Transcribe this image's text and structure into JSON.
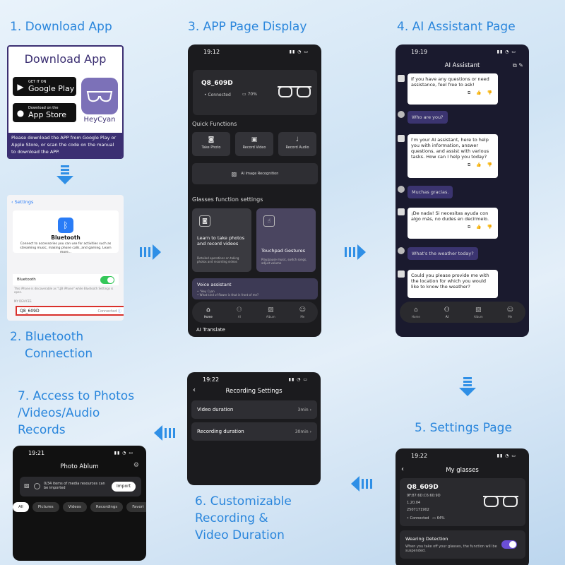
{
  "labels": {
    "step1": "1. Download App",
    "step2_line1": "2. Bluetooth",
    "step2_line2": "Connection",
    "step3": "3. APP Page Display",
    "step4": "4. AI Assistant Page",
    "step5": "5. Settings Page",
    "step6_line1": "6. Customizable",
    "step6_line2": "Recording &",
    "step6_line3": "Video Duration",
    "step7_line1": "7. Access to Photos",
    "step7_line2": "/Videos/Audio",
    "step7_line3": "Records"
  },
  "colors": {
    "accent": "#2a86dc",
    "download_border": "#3b2f72",
    "heycyan": "#7c71b8",
    "highlight": "#d9302b"
  },
  "download": {
    "title": "Download App",
    "google_small": "GET IT ON",
    "google_big": "Google Play",
    "apple_small": "Download on the",
    "apple_big": "App Store",
    "app_name": "HeyCyan",
    "desc": "Please download the APP from Google Play or Apple Store, or scan the code on the manual to download the APP."
  },
  "bluetooth": {
    "back": "Settings",
    "title": "Bluetooth",
    "desc": "Connect to accessories you can use for activities such as streaming music, making phone calls, and gaming. Learn more...",
    "row_label": "Bluetooth",
    "note": "This iPhone is discoverable as \"LJB iPhone\" while Bluetooth Settings is open.",
    "devices_header": "MY DEVICES",
    "device_name": "Q8_609D",
    "device_status": "Connected"
  },
  "app": {
    "time": "19:12",
    "device_name": "Q8_609D",
    "connected": "• Connected",
    "battery": "70%",
    "quick_title": "Quick Functions",
    "quick": [
      "Take Photo",
      "Record Video",
      "Record Audio"
    ],
    "ai_image": "AI Image Recognition",
    "glasses_title": "Glasses function settings",
    "card1_title": "Learn to take photos and record videos",
    "card1_desc": "Detailed operations on taking photos and recording videos",
    "card2_title": "Touchpad Gestures",
    "card2_desc": "Play/pause music, switch songs, adjust volume",
    "voice_title": "Voice assistant",
    "voice_desc1": "• \"Hey Cyan",
    "voice_desc2": "• What kind of flower is that in front of me?",
    "nav": [
      "Home",
      "AI",
      "Album",
      "Me"
    ],
    "translate": "AI Translate"
  },
  "ai": {
    "time": "19:19",
    "title": "AI Assistant",
    "msg1": "If you have any questions or need assistance, feel free to ask!",
    "user1": "Who are you?",
    "msg2": "I'm your AI assistant, here to help you with information, answer questions, and assist with various tasks. How can I help you today?",
    "user2": "Muchas gracias.",
    "msg3": "¡De nada! Si necesitas ayuda con algo más, no dudes en decírmelo.",
    "user3": "What's the weather today?",
    "msg4": "Could you please provide me with the location for which you would like to know the weather?",
    "acts": "⧉ 👍 👎"
  },
  "settings": {
    "time": "19:22",
    "title": "My glasses",
    "device_name": "Q8_609D",
    "mac": "9F:87:6D:C6:60:9D",
    "version": "1.20.04",
    "build": "2507171902",
    "connected": "• Connected",
    "battery": "64%",
    "wear_title": "Wearing Detection",
    "wear_desc": "When you take off your glasses, the function will be suspended."
  },
  "recording": {
    "time": "19:22",
    "title": "Recording Settings",
    "video_label": "Video duration",
    "video_value": "3min",
    "rec_label": "Recording duration",
    "rec_value": "30min"
  },
  "photo": {
    "time": "19:21",
    "title": "Photo Ablum",
    "import_text": "0/34 items of media resources can be imported",
    "import_btn": "Import",
    "tabs": [
      "All",
      "Pictures",
      "Videos",
      "Recordings",
      "Favori"
    ]
  }
}
